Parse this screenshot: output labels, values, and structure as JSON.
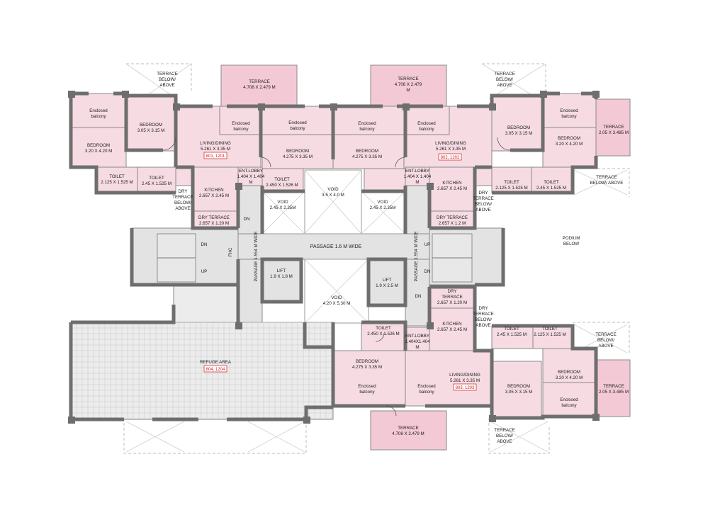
{
  "plan": {
    "units": {
      "u801": "801, 1201",
      "u802": "802, 1202",
      "u803": "803, 1203",
      "u804": "804, 1204"
    },
    "labels": {
      "terrace_tl": [
        "TERRACE",
        "4.708 X 2.479 M"
      ],
      "terrace_tr_center": [
        "TERRACE",
        "4.708 X 2.479",
        "M"
      ],
      "terrace_bottom": [
        "TERRACE",
        "4.708 X 2.479 M"
      ],
      "terrace_below_tl": [
        "TERRACE",
        "BELOW/",
        "ABOVE"
      ],
      "terrace_below_tr": [
        "TERRACE",
        "BELOW/",
        "ABOVE"
      ],
      "terrace_below_r": [
        "TERRACE BELOW/",
        "TERRACE",
        "BELOW/ ABOVE"
      ],
      "terrace_side_r1": [
        "TERRACE",
        "2.05 X 3.485 M"
      ],
      "terrace_side_r2": [
        "TERRACE",
        "2.05 X 3.485 M"
      ],
      "terrace_below_br1": [
        "TERRACE",
        "BELOW/",
        "ABOVE"
      ],
      "terrace_below_br2": [
        "TERRACE",
        "BELOW/",
        "ABOVE"
      ],
      "enclosed_balcony": [
        "Enclosed",
        "balcony"
      ],
      "bedroom_305": [
        "BEDROOM",
        "3.05 X 3.15 M"
      ],
      "bedroom_320": [
        "BEDROOM",
        "3.20 X 4.20 M"
      ],
      "bedroom_4275": [
        "BEDROOM",
        "4.275 X 3.35 M"
      ],
      "living": [
        "LIVING/DINING",
        "5.261 X 3.35 M"
      ],
      "toilet_2125": [
        "TOILET",
        "2.125 X 1.525 M"
      ],
      "toilet_245": [
        "TOILET",
        "2.45 X 1.525 M"
      ],
      "toilet_2450": [
        "TOILET",
        "2.450 X 1.526 M"
      ],
      "toilet_245_1525": [
        "TOILET",
        "2.45 X 1.525 M"
      ],
      "kitchen": [
        "KITCHEN",
        "2.657 X 2.45 M"
      ],
      "dry_terrace_120": [
        "DRY TERRACE",
        "2.657 X 1.20 M"
      ],
      "dry_terrace_12": [
        "DRY TERRACE",
        "2.657 X 1.2 M"
      ],
      "dry_terrace_below": [
        "DRY",
        "TERRACE",
        "BELOW/",
        "ABOVE"
      ],
      "dry_terrace_stack": [
        "DRY",
        "TERRACE",
        "2.657 X 1.20 M"
      ],
      "ent_lobby": [
        "ENT.LOBBY",
        "1.404 X 1.404",
        "M"
      ],
      "ent_lobby_b": [
        "ENT.LOBBY",
        "1.404X1.404",
        "M"
      ],
      "void_top": [
        "VOID",
        "3.5 X 4.0 M"
      ],
      "void_small": [
        "VOID",
        "2.45 X 2.35M"
      ],
      "void_center": [
        "VOID",
        "4.20 X 5.30 M"
      ],
      "passage_h": "PASSAGE 1.6 M WIDE",
      "passage_v": "PASSAGE 1.554 M  WIDE",
      "lift_l": [
        "LIFT",
        "1.9 X 1.8 M"
      ],
      "lift_r": [
        "LIFT",
        "1.9 X 2.5 M"
      ],
      "dn": "DN",
      "up": "UP",
      "fhc": "FHC",
      "refuge": "REFUGE AREA",
      "podium": [
        "PODIUM",
        "BELOW"
      ]
    }
  }
}
